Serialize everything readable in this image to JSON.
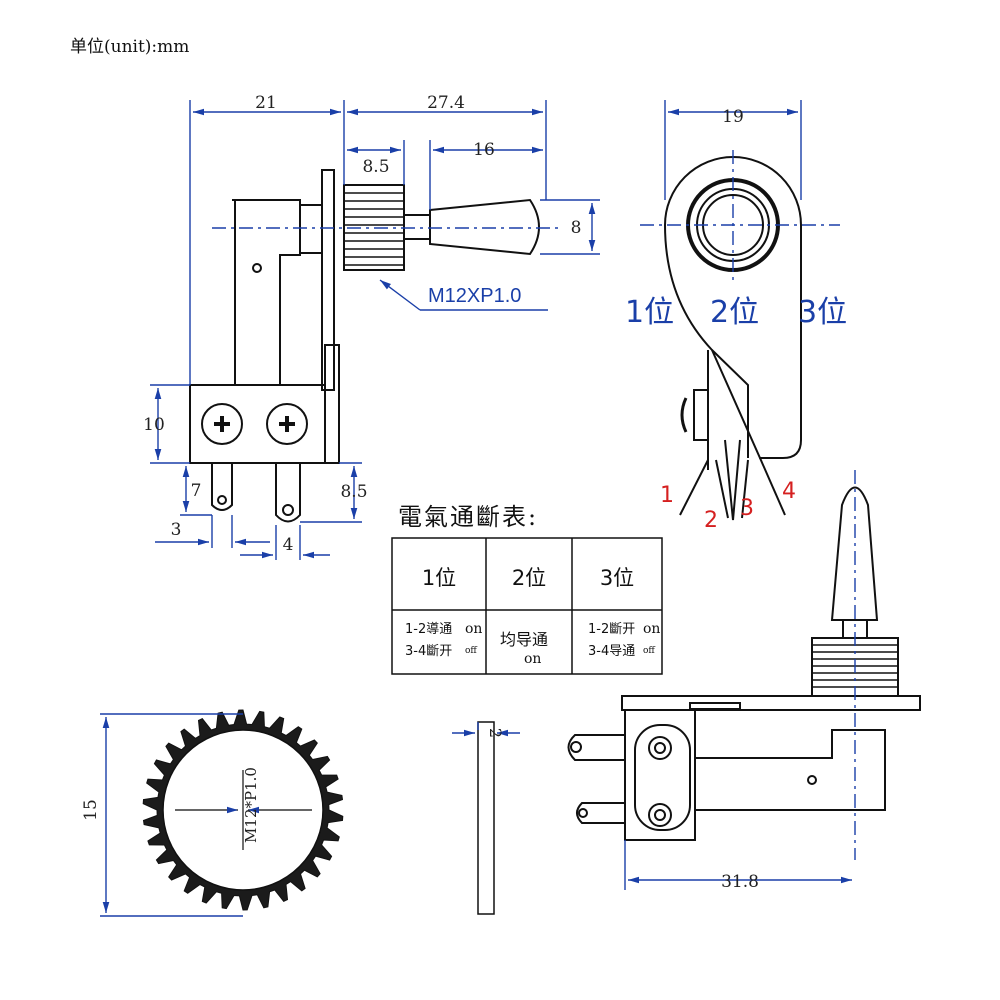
{
  "unit_label": "单位(unit):mm",
  "dims": {
    "d21": "21",
    "d27_4": "27.4",
    "d8_5_top": "8.5",
    "d16": "16",
    "d8": "8",
    "d10": "10",
    "d7": "7",
    "d8_5_side": "8.5",
    "d3": "3",
    "d4": "4",
    "d19": "19",
    "d15": "15",
    "d2": "2",
    "d31_8": "31.8"
  },
  "thread_label": "M12XP1.0",
  "nut_label": "M12*P1.0",
  "positions": [
    "1位",
    "2位",
    "3位"
  ],
  "terminals": [
    "1",
    "2",
    "3",
    "4"
  ],
  "table": {
    "title": "電氣通斷表:",
    "headers": [
      "1位",
      "2位",
      "3位"
    ],
    "col1_line1": "1-2導通",
    "col1_line2": "3-4斷开",
    "col1_on": "on",
    "col1_off": "off",
    "col2_text": "均导通",
    "col2_on": "on",
    "col3_line1": "1-2斷开",
    "col3_line2": "3-4导通",
    "col3_on": "on",
    "col3_off": "off"
  },
  "colors": {
    "dimension": "#1a3fa8",
    "terminal_numbers": "#d52020",
    "outline": "#111111"
  }
}
